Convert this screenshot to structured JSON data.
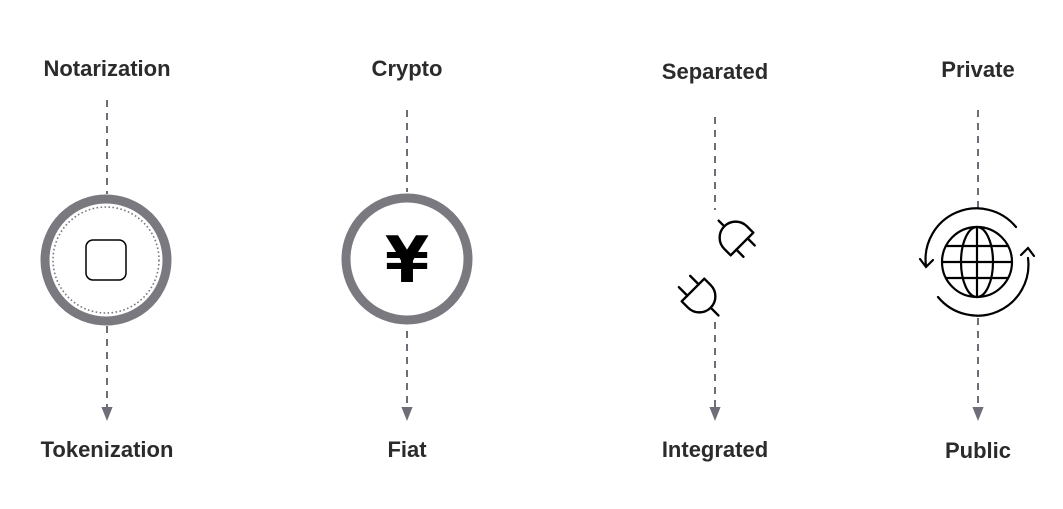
{
  "colors": {
    "dash": "#6e6e78",
    "ring": "#7a7980",
    "ink": "#000000",
    "label": "#2b2b2b"
  },
  "columns": [
    {
      "top_label": "Notarization",
      "bottom_label": "Tokenization",
      "icon": "home-button-icon"
    },
    {
      "top_label": "Crypto",
      "bottom_label": "Fiat",
      "icon": "yen-icon"
    },
    {
      "top_label": "Separated",
      "bottom_label": "Integrated",
      "icon": "unplugged-plug-icon"
    },
    {
      "top_label": "Private",
      "bottom_label": "Public",
      "icon": "globe-sync-icon"
    }
  ],
  "yen_symbol": "¥"
}
